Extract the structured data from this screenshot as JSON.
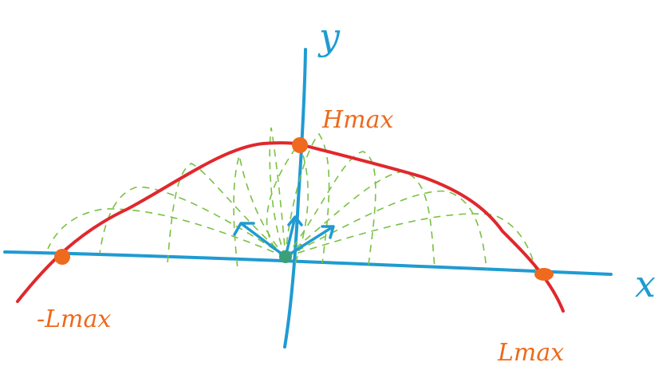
{
  "labels": {
    "y_axis": "y",
    "x_axis": "x",
    "h_max": "Hmax",
    "l_max_negative": "-Lmax",
    "l_max": "Lmax"
  },
  "colors": {
    "axes": "#1f9bd2",
    "envelope": "#e0282d",
    "trajectories": "#7ac143",
    "points": "#ee6a1f",
    "labels": "#ec6a1c"
  },
  "diagram": {
    "trajectory_count": 11,
    "velocity_vector_count": 3,
    "marked_points": [
      "h_max",
      "l_max_negative",
      "l_max"
    ]
  }
}
